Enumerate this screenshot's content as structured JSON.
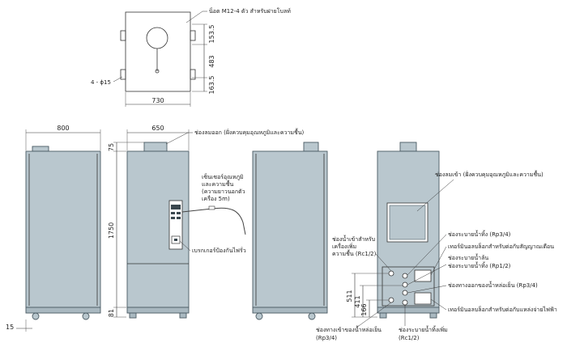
{
  "colors": {
    "cabinet": "#b9c7ce",
    "cabinet_edge": "#4a5a63",
    "line": "#333333"
  },
  "top_view": {
    "bolt_note": "น็อต M12-4 ตัว สำหรับฝายโบลท์",
    "hole_label": "4 - ϕ15",
    "dim_top": "153.5",
    "dim_mid": "483",
    "dim_bottom": "163.5",
    "dim_width": "730"
  },
  "side_view": {
    "dim_width": "800",
    "dim_toe": "15"
  },
  "front_view": {
    "dim_width": "650",
    "dim_top": "75",
    "dim_height": "1750",
    "dim_base": "81",
    "outlet_label": "ช่องลมออก (ฝั่งควบคุมอุณหภูมิและความชื้น)",
    "sensor_label_1": "เซ็นเซอร์อุณหภูมิ",
    "sensor_label_2": "และความชื้น",
    "sensor_label_3": "(ความยาวนอกตัว",
    "sensor_label_4": "เครื่อง 5m)",
    "breaker_label": "เบรกเกอร์ป้องกันไฟรั่ว"
  },
  "rear_view": {
    "inlet_label": "ช่องลมเข้า (ฝั่งควบคุมอุณหภูมิและความชื้น)",
    "humid_water_1": "ช่องน้ำเข้าสำหรับ",
    "humid_water_2": "เครื่องเพิ่ม",
    "humid_water_3": "ความชื้น (Rc1/2)",
    "drain_34": "ช่องระบายน้ำทิ้ง (Rp3/4)",
    "terminal_alarm": "เทอร์มินอลบล็อกสำหรับต่อกับสัญญาณเตือน",
    "drain_overflow_1": "ช่องระบายน้ำล้น",
    "drain_overflow_2": "ช่องระบายน้ำทิ้ง (Rp1/2)",
    "coolant_out": "ช่องทางออกของน้ำหล่อเย็น (Rp3/4)",
    "terminal_power": "เทอร์มินอลบล็อกสำหรับต่อกับแหล่งจ่ายไฟฟ้า",
    "coolant_in_1": "ช่องทางเข้าของน้ำหล่อเย็น",
    "coolant_in_2": "(Rp3/4)",
    "drain_humid_1": "ช่องระบายน้ำทิ้งเพิ่ม",
    "drain_humid_2": "(Rc1/2)",
    "dim_511": "511",
    "dim_411": "411",
    "dim_166": "166"
  }
}
